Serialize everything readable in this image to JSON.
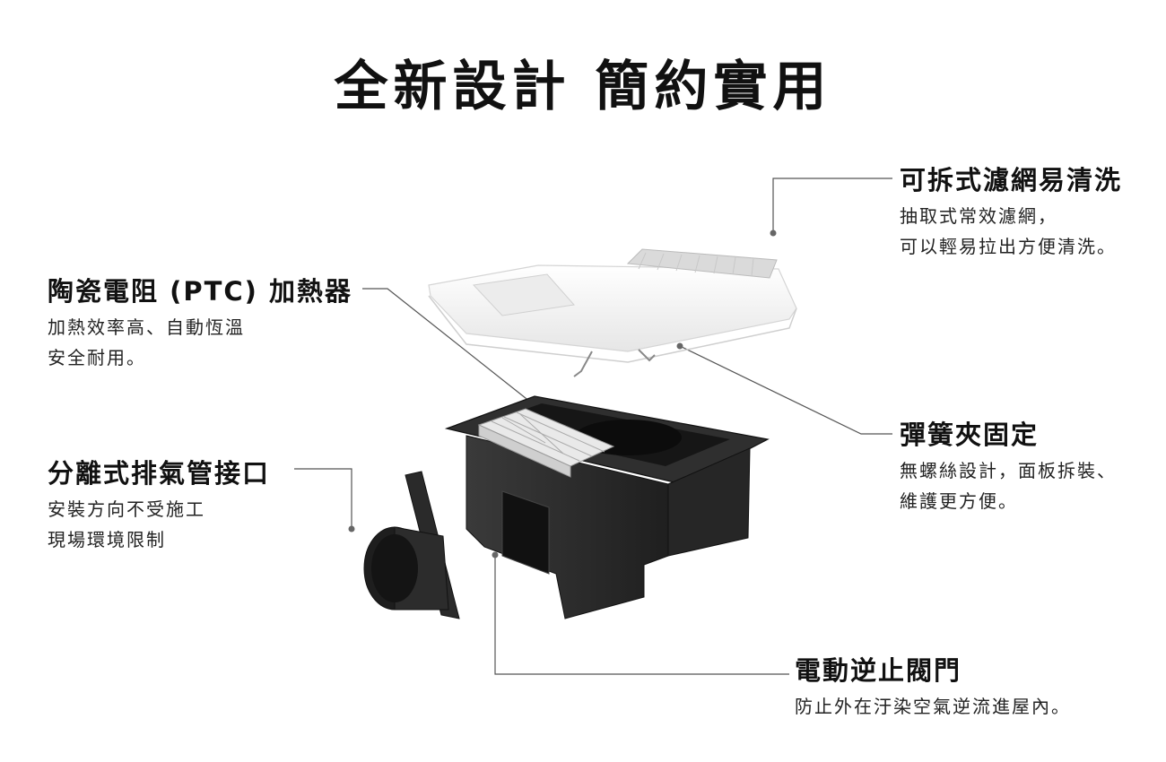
{
  "title": "全新設計 簡約實用",
  "callouts": {
    "filter": {
      "head": "可拆式濾網易清洗",
      "lines": [
        "抽取式常效濾網，",
        "可以輕易拉出方便清洗。"
      ]
    },
    "ptc": {
      "head": "陶瓷電阻 (PTC) 加熱器",
      "lines": [
        "加熱效率高、自動恆溫",
        "安全耐用。"
      ]
    },
    "spring": {
      "head": "彈簧夾固定",
      "lines": [
        "無螺絲設計，面板拆裝、",
        "維護更方便。"
      ]
    },
    "duct": {
      "head": "分離式排氣管接口",
      "lines": [
        "安裝方向不受施工",
        "現場環境限制"
      ]
    },
    "valve": {
      "head": "電動逆止閥門",
      "lines": [
        "防止外在汙染空氣逆流進屋內。"
      ]
    }
  },
  "colors": {
    "leader": "#555555",
    "housing": "#2b2b2b",
    "panel": "#f4f4f4"
  }
}
